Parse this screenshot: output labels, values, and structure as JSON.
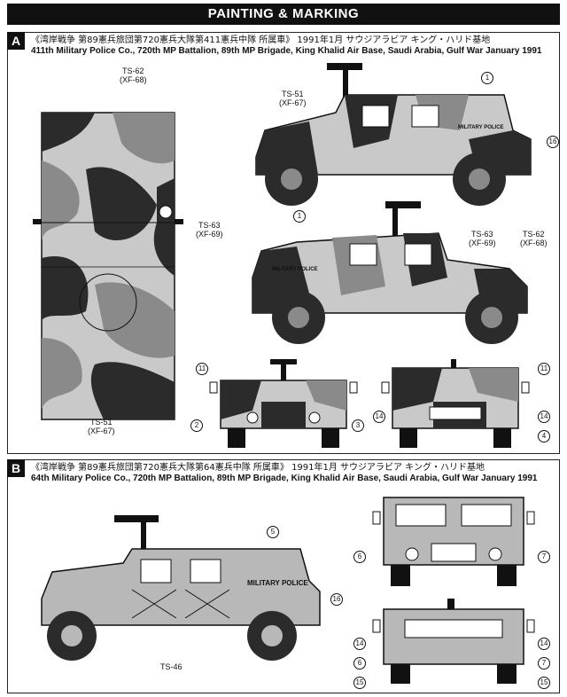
{
  "header": {
    "title": "PAINTING & MARKING"
  },
  "section_a": {
    "letter": "A",
    "caption_jp": "《湾岸戦争 第89憲兵旅団第720憲兵大隊第411憲兵中隊 所属車》 1991年1月 サウジアラビア キング・ハリド基地",
    "caption_en": "411th Military Police Co., 720th MP Battalion, 89th MP Brigade, King Khalid Air Base, Saudi Arabia, Gulf War January 1991",
    "callouts": {
      "ts62_top": [
        "TS-62",
        "(XF-68)"
      ],
      "ts51_side": [
        "TS-51",
        "(XF-67)"
      ],
      "ts63_right": [
        "TS-63",
        "(XF-69)"
      ],
      "ts63_side": [
        "TS-63",
        "(XF-69)"
      ],
      "ts62_side": [
        "TS-62",
        "(XF-68)"
      ],
      "ts51_bottom": [
        "TS-51",
        "(XF-67)"
      ]
    },
    "door_text": "MILITARY POLICE",
    "numbers": {
      "n1": "1",
      "n16": "16",
      "n11": "11",
      "n2": "2",
      "n3": "3",
      "n14": "14",
      "n4": "4"
    }
  },
  "section_b": {
    "letter": "B",
    "caption_jp": "《湾岸戦争 第89憲兵旅団第720憲兵大隊第64憲兵中隊 所属車》 1991年1月 サウジアラビア キング・ハリド基地",
    "caption_en": "64th Military Police Co., 720th MP Battalion, 89th MP Brigade, King Khalid Air Base, Saudi Arabia, Gulf War January 1991",
    "callouts": {
      "ts46": "TS-46"
    },
    "door_text": "MILITARY POLICE",
    "numbers": {
      "n5": "5",
      "n16": "16",
      "n6": "6",
      "n7": "7",
      "n14": "14",
      "n15": "15"
    }
  },
  "colors": {
    "camo_dark": "#2b2b2b",
    "camo_mid": "#8a8a8a",
    "camo_light": "#c9c9c9",
    "sand": "#b8b8b8"
  }
}
